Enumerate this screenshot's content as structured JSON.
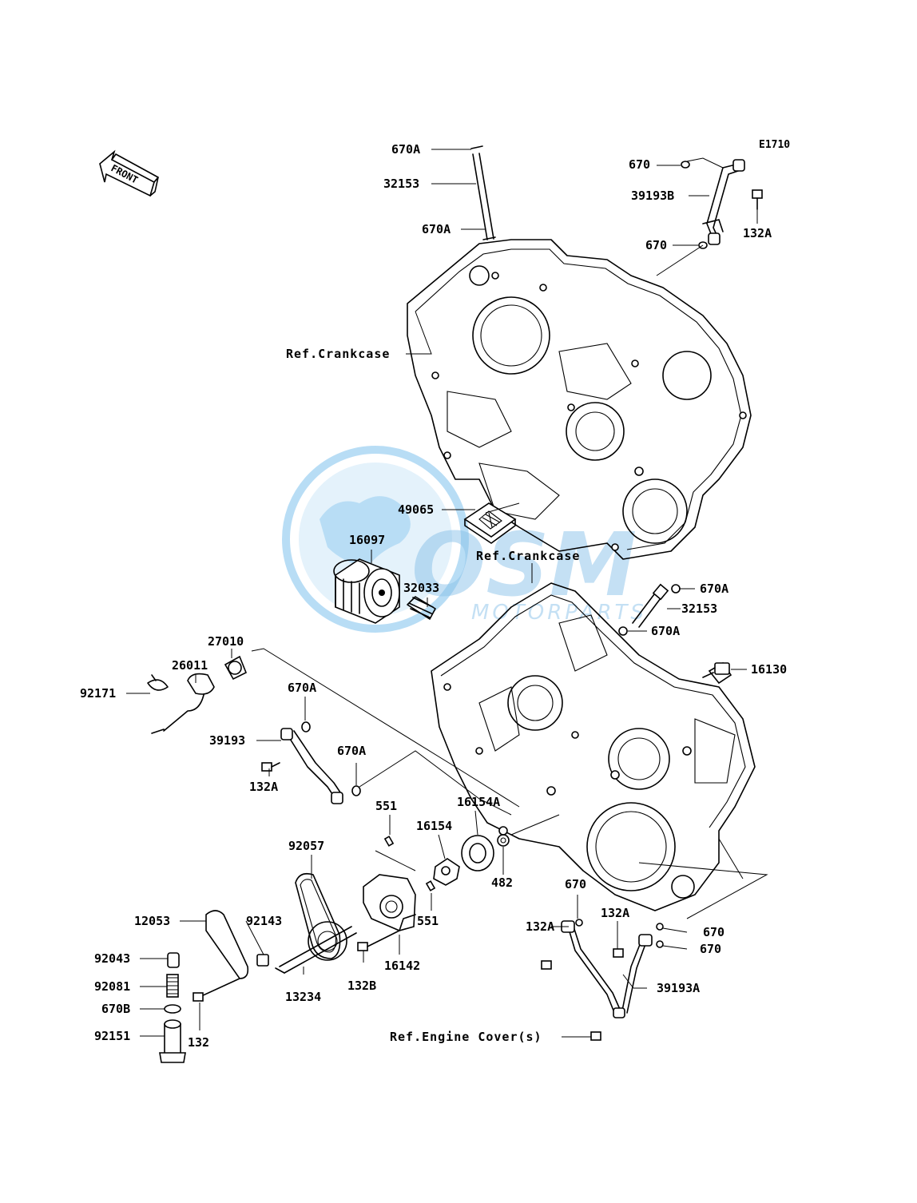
{
  "diagram": {
    "code": "E1710",
    "front_label": "FRONT",
    "watermark": {
      "text": "OSM",
      "subtext": "MOTORPARTS",
      "color": "#2a8fd6"
    }
  },
  "labels": {
    "l_670A_top1": "670A",
    "l_32153_top": "32153",
    "l_670A_top2": "670A",
    "l_670_tr1": "670",
    "l_39193B": "39193B",
    "l_132A_tr": "132A",
    "l_670_tr2": "670",
    "l_ref_crank_upper": "Ref.Crankcase",
    "l_49065": "49065",
    "l_16097": "16097",
    "l_ref_crank_lower": "Ref.Crankcase",
    "l_32033": "32033",
    "l_670A_mr1": "670A",
    "l_32153_mr": "32153",
    "l_670A_mr2": "670A",
    "l_16130": "16130",
    "l_27010": "27010",
    "l_26011": "26011",
    "l_92171": "92171",
    "l_670A_ml1": "670A",
    "l_39193": "39193",
    "l_670A_ml2": "670A",
    "l_132A_ml": "132A",
    "l_551_top": "551",
    "l_16154A": "16154A",
    "l_16154": "16154",
    "l_92057": "92057",
    "l_482": "482",
    "l_670_br": "670",
    "l_12053": "12053",
    "l_92143": "92143",
    "l_551_bot": "551",
    "l_132A_br1": "132A",
    "l_132A_br2": "132A",
    "l_670_br2": "670",
    "l_670_br3": "670",
    "l_92043": "92043",
    "l_16142": "16142",
    "l_92081": "92081",
    "l_13234": "13234",
    "l_132B": "132B",
    "l_39193A": "39193A",
    "l_670B": "670B",
    "l_92151": "92151",
    "l_132": "132",
    "l_ref_engine_cover": "Ref.Engine Cover(s)"
  }
}
